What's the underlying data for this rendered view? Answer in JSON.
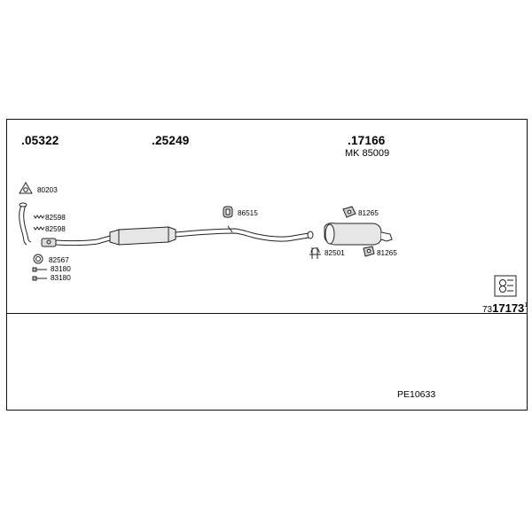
{
  "group_codes": {
    "front": ".05322",
    "middle": ".25249",
    "rear": ".17166",
    "rear_kit": "MK  85009"
  },
  "parts": {
    "gasket_top": "80203",
    "spring_1": "82598",
    "spring_2": "82598",
    "ring": "82567",
    "bolt_1": "83180",
    "bolt_2": "83180",
    "hanger_mid": "86515",
    "clamp": "82501",
    "hanger_rear_top": "81265",
    "hanger_rear_bottom": "81265"
  },
  "reference": {
    "prefix": "73",
    "code": "17173",
    "suffix": "1"
  },
  "set_code": "PE10633"
}
